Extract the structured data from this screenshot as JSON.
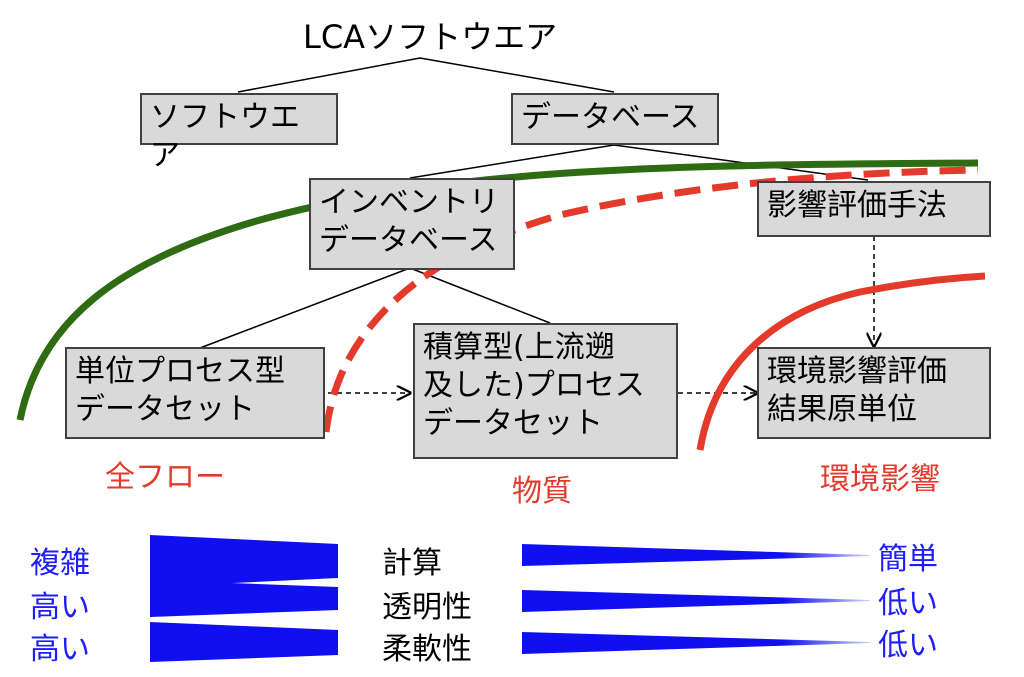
{
  "title": "LCAソフトウエア",
  "nodes": {
    "software": "ソフトウエア",
    "database": "データベース",
    "inventory": [
      "インベントリ",
      "データベース"
    ],
    "impact_method": "影響評価手法",
    "unit_process": [
      "単位プロセス型",
      "データセット"
    ],
    "aggregated": [
      "積算型(上流遡",
      "及した)プロセス",
      "データセット"
    ],
    "impact_result": [
      "環境影響評価",
      "結果原単位"
    ]
  },
  "labels": {
    "all_flow": "全フロー",
    "substance": "物質",
    "impact": "環境影響"
  },
  "comparison": {
    "left": [
      "複雑",
      "高い",
      "高い"
    ],
    "middle": [
      "計算",
      "透明性",
      "柔軟性"
    ],
    "right": [
      "簡単",
      "低い",
      "低い"
    ]
  },
  "colors": {
    "green_curve": "#2e6b12",
    "red": "#e33a2c",
    "blue": "#1010ee",
    "box_fill": "#d9d9d9"
  }
}
